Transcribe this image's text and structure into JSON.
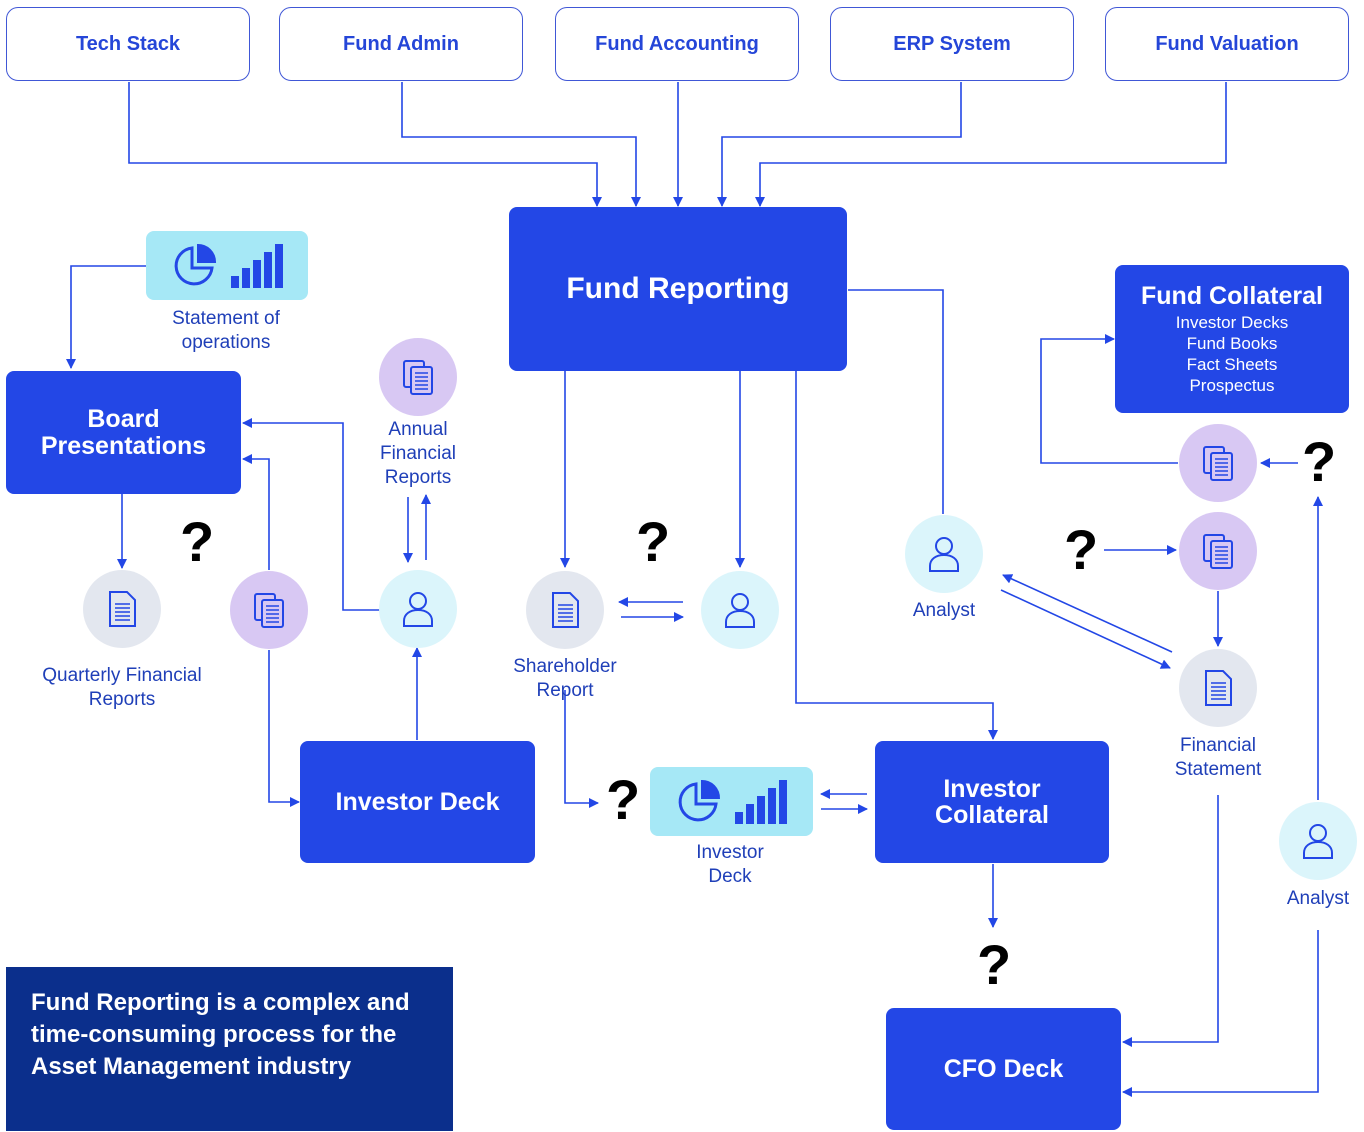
{
  "sources": [
    "Tech Stack",
    "Fund Admin",
    "Fund Accounting",
    "ERP System",
    "Fund Valuation"
  ],
  "hub": "Fund Reporting",
  "board": "Board Presentations",
  "investor_deck_box": "Investor Deck",
  "investor_collateral": "Investor Collateral",
  "cfo_deck": "CFO Deck",
  "fund_collateral": {
    "title": "Fund Collateral",
    "items": [
      "Investor Decks",
      "Fund Books",
      "Fact Sheets",
      "Prospectus"
    ]
  },
  "labels": {
    "statement_ops": "Statement of operations",
    "annual": "Annual Financial Reports",
    "quarterly": "Quarterly Financial Reports",
    "shareholder": "Shareholder Report",
    "investor_deck": "Investor Deck",
    "analyst_1": "Analyst",
    "analyst_2": "Analyst",
    "financial_statement": "Financial Statement"
  },
  "question_mark": "?",
  "callout": "Fund Reporting is a complex and time-consuming process for the Asset Management industry",
  "colors": {
    "primary": "#2347e6",
    "dark": "#0b2f8c",
    "person": "#dbf5fb",
    "doc": "#e3e7ef",
    "stack": "#d8c8f3",
    "chart": "#a6e8f6"
  }
}
